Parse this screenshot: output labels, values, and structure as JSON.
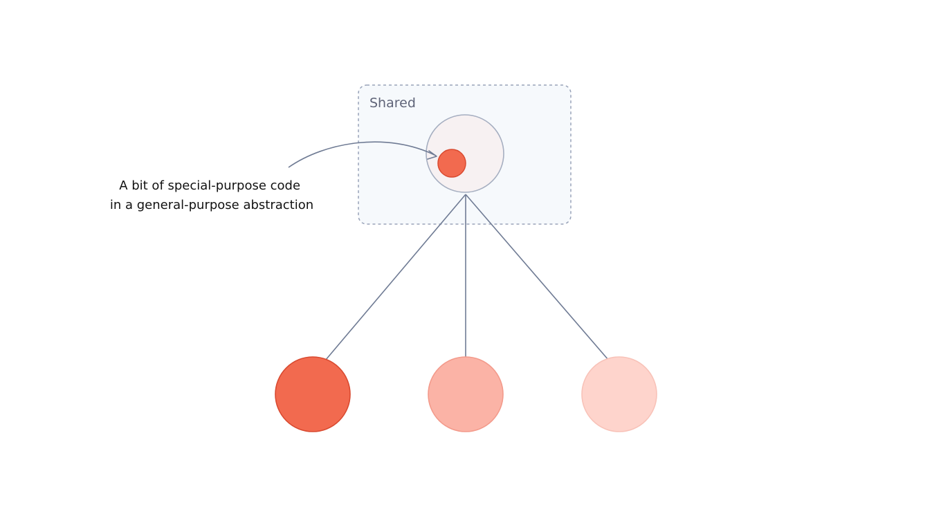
{
  "shared_group": {
    "title": "Shared"
  },
  "annotation": {
    "line1": "A bit of special-purpose code",
    "line2": "in a general-purpose abstraction"
  },
  "colors": {
    "group_fill": "#f6f9fc",
    "group_border": "#98a2b8",
    "group_title": "#5f6478",
    "abstraction_fill": "#f7f1f2",
    "abstraction_border": "#a5aec0",
    "special_code_fill": "#f26a4f",
    "special_code_border": "#d94a30",
    "connector": "#6f7b94",
    "consumer_1_fill": "#f26a4f",
    "consumer_1_border": "#d94a30",
    "consumer_2_fill": "#fbb3a6",
    "consumer_2_border": "#f39a8b",
    "consumer_3_fill": "#fed4cc",
    "consumer_3_border": "#f8c2b8",
    "annotation_arrow": "#6f7b94"
  }
}
